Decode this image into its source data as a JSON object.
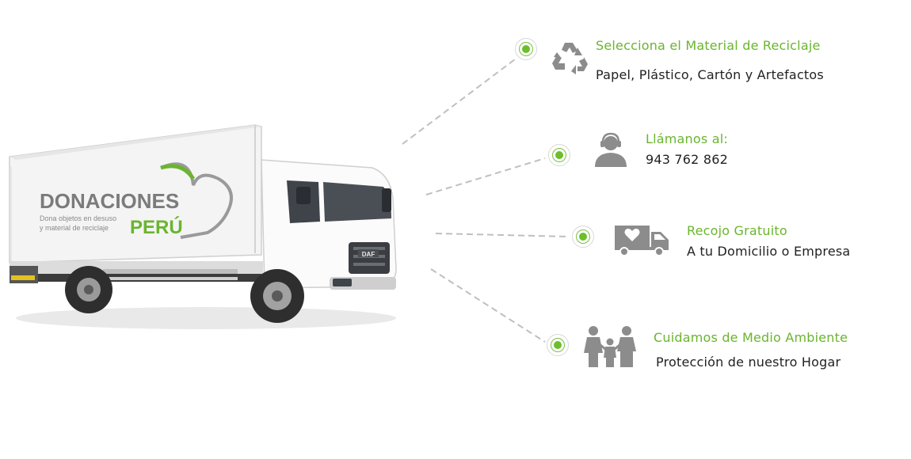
{
  "truck": {
    "brand_line1": "DONACIONES",
    "brand_line2": "PERÚ",
    "tagline_1": "Dona objetos en desuso",
    "tagline_2": "y material de reciclaje",
    "badge": "DAF"
  },
  "steps": [
    {
      "title": "Selecciona el Material de Reciclaje",
      "description": "Papel, Plástico, Cartón y Artefactos",
      "icon": "recycle-icon"
    },
    {
      "title": "Llámanos al:",
      "description": "943 762 862",
      "icon": "call-center-icon"
    },
    {
      "title": "Recojo Gratuito",
      "description": "A tu Domicilio o Empresa",
      "icon": "delivery-truck-heart-icon"
    },
    {
      "title": "Cuidamos de Medio Ambiente",
      "description": "Protección de nuestro Hogar",
      "icon": "family-icon"
    }
  ],
  "colors": {
    "accent_green": "#6ab52e",
    "dot_green": "#6bbf2a",
    "icon_gray": "#8c8c8c",
    "dashed_line": "#bfbfbf"
  }
}
